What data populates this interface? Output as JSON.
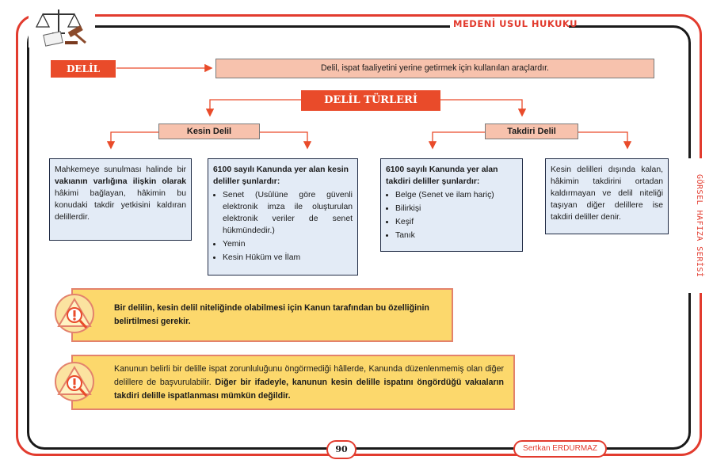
{
  "header": {
    "title": "MEDENİ USUL HUKUKU",
    "side_text": "GÖRSEL HAFIZA SERİSİ"
  },
  "definition": {
    "tag": "DELİL",
    "text": "Delil, ispat faaliyetini yerine getirmek için kullanılan araçlardır."
  },
  "types_title": "DELİL TÜRLERİ",
  "kesin": {
    "label": "Kesin Delil",
    "desc_parts": [
      "Mahkemeye sunulması halinde bir ",
      "vakıanın varlığına ilişkin olarak",
      " hâkimi bağlayan, hâkimin bu konudaki takdir yetkisini kaldıran delillerdir."
    ],
    "list_title": "6100 sayılı Kanunda yer alan kesin deliller şunlardır:",
    "items": [
      "Senet (Usûlüne göre güvenli elektronik imza ile oluşturulan elektronik veriler de senet hükmündedir.)",
      "Yemin",
      "Kesin Hüküm ve İlam"
    ]
  },
  "takdiri": {
    "label": "Takdiri Delil",
    "list_title": "6100 sayılı Kanunda yer alan takdiri deliller şunlardır:",
    "items": [
      "Belge (Senet ve ilam hariç)",
      "Bilirkişi",
      "Keşif",
      "Tanık"
    ],
    "desc": "Kesin delilleri dışında kalan, hâkimin takdirini ortadan kaldırmayan ve delil niteliği taşıyan diğer delillere ise takdiri deliller denir."
  },
  "notes": [
    {
      "bold": "Bir delilin, kesin delil niteliğinde olabilmesi için Kanun tarafından bu özelliğinin belirtilmesi gerekir."
    },
    {
      "normal": "Kanunun belirli bir delille ispat zorunluluğunu öngörmediği hâllerde, Kanunda düzenlenmemiş olan diğer delillere de başvurulabilir. ",
      "bold": "Diğer bir ifadeyle, kanunun kesin delille ispatını öngördüğü vakıaların takdiri delille ispatlanması mümkün değildir."
    }
  ],
  "footer": {
    "page": "90",
    "author": "Sertkan ERDURMAZ"
  },
  "colors": {
    "accent": "#e94b2a",
    "frame_red": "#e23b2e",
    "salmon": "#f7c2ad",
    "blue_box": "#e3ebf6",
    "note_yellow": "#fcd86c"
  }
}
